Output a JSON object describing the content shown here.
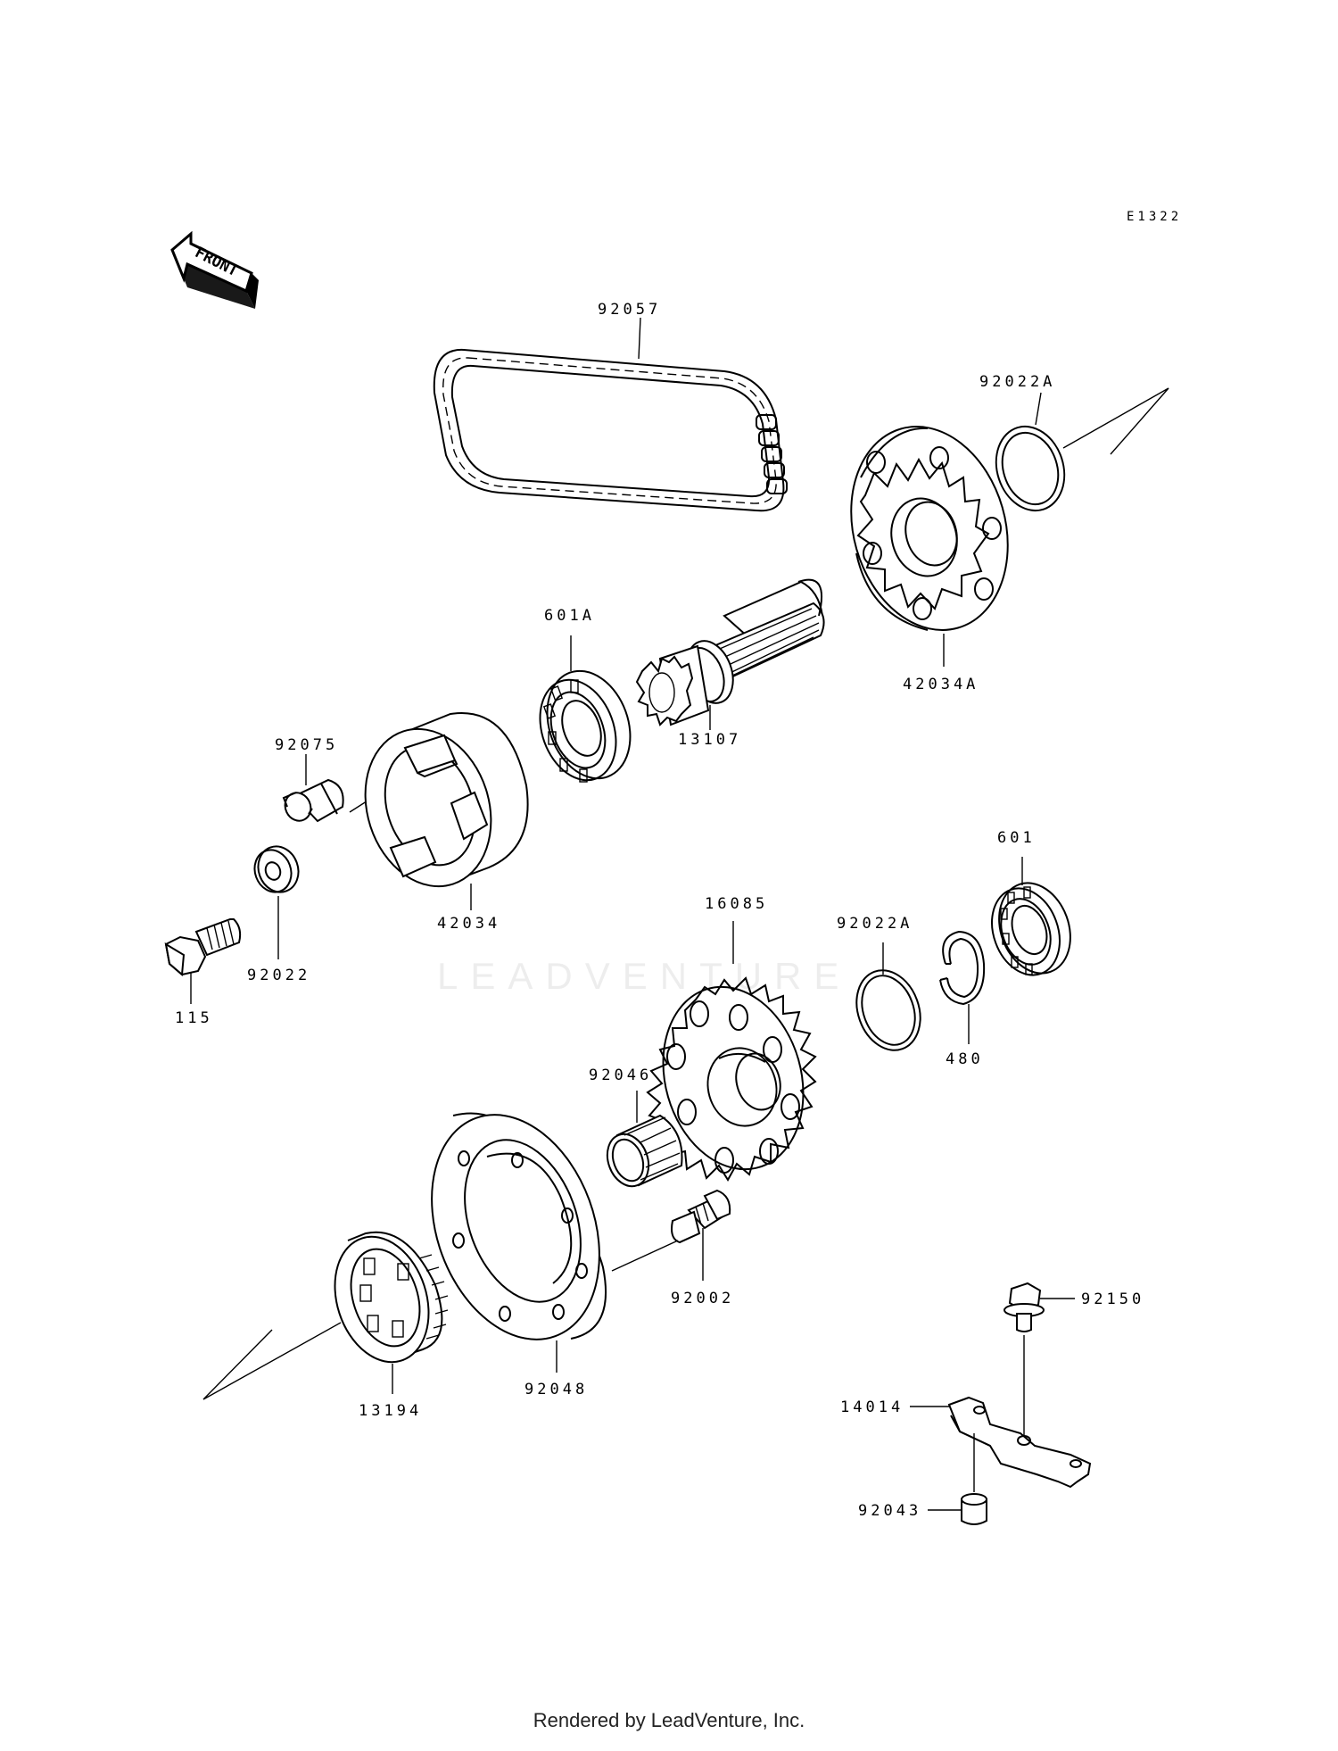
{
  "ref_code": "E1322",
  "front_label": "FRONT",
  "parts": [
    {
      "id": "drive-chain",
      "label": "92057"
    },
    {
      "id": "circlip-upper",
      "label": "92022A"
    },
    {
      "id": "driven-sprocket-flange",
      "label": "42034A"
    },
    {
      "id": "bearing-upper",
      "label": "601A"
    },
    {
      "id": "shaft",
      "label": "13107"
    },
    {
      "id": "damper",
      "label": "92075"
    },
    {
      "id": "hub",
      "label": "42034"
    },
    {
      "id": "washer",
      "label": "92022"
    },
    {
      "id": "bolt",
      "label": "115"
    },
    {
      "id": "sprocket",
      "label": "16085"
    },
    {
      "id": "circlip-lower",
      "label": "92022A"
    },
    {
      "id": "bearing-lower",
      "label": "601"
    },
    {
      "id": "snap-ring",
      "label": "480"
    },
    {
      "id": "needle-bearing",
      "label": "92046"
    },
    {
      "id": "collar",
      "label": "92002"
    },
    {
      "id": "holder",
      "label": "92048"
    },
    {
      "id": "one-way-clutch",
      "label": "13194"
    },
    {
      "id": "flange-bolt",
      "label": "92150"
    },
    {
      "id": "bracket",
      "label": "14014"
    },
    {
      "id": "spacer",
      "label": "92043"
    }
  ],
  "watermark": "LEADVENTURE",
  "footer": "Rendered by LeadVenture, Inc."
}
